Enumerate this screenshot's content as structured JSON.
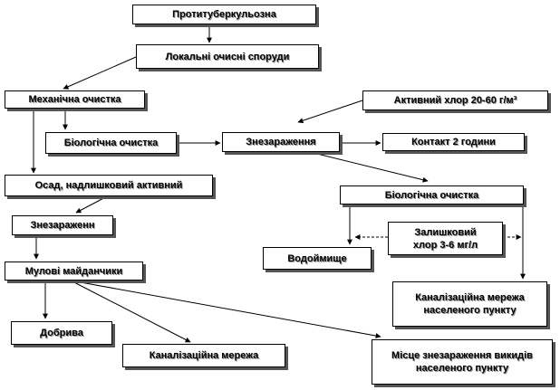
{
  "diagram": {
    "nodes": {
      "protituberculosis": "Протитуберкульозна",
      "local_treatment": "Локальні очисні споруди",
      "mechanical": "Механічна очистка",
      "active_chlorine": "Активний хлор 20-60 г/м³",
      "biological_1": "Біологічна очистка",
      "disinfection": "Знезараження",
      "contact": "Контакт 2 години",
      "sludge": "Осад, надлишковий активний",
      "biological_2": "Біологічна очистка",
      "disinfected": "Знезараженн",
      "residual_line1": "Залишковий",
      "residual_line2": "хлор 3-6 мг/л",
      "water_body": "Водоймище",
      "sludge_beds": "Мулові майданчики",
      "sewer_network_line1": "Каналізаційна мережа",
      "sewer_network_line2": "населеного пункту",
      "fertilizer": "Добрива",
      "sewer": "Каналізаційна мережа",
      "disinfection_site_line1": "Місце знезараження викидів",
      "disinfection_site_line2": "населеного пункту"
    }
  }
}
